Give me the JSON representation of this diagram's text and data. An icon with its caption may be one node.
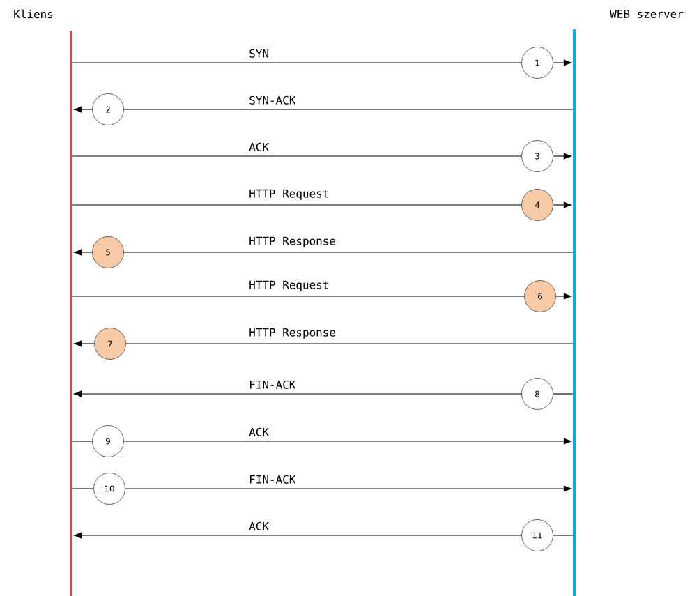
{
  "diagram": {
    "nodes": [
      {
        "text": [
          "Kliens"
        ]
      },
      {
        "text": [
          "WEB szerver"
        ]
      },
      {
        "text": [
          "1"
        ]
      },
      {
        "text": [
          "2"
        ]
      },
      {
        "text": [
          "3"
        ]
      },
      {
        "text": [
          "4"
        ]
      },
      {
        "text": [
          "5"
        ]
      },
      {
        "text": [
          "6"
        ]
      },
      {
        "text": [
          "7"
        ]
      },
      {
        "text": [
          "8"
        ]
      },
      {
        "text": [
          "9"
        ]
      },
      {
        "text": [
          "10"
        ]
      },
      {
        "text": [
          "11"
        ]
      }
    ],
    "edges": [
      {
        "from": 0,
        "to": 2,
        "arrow": "none",
        "label": "SYN"
      },
      {
        "from": 2,
        "to": 1,
        "arrow": "to"
      },
      {
        "from": 1,
        "to": 3,
        "arrow": "none",
        "label": "SYN-ACK"
      },
      {
        "from": 3,
        "to": 0,
        "arrow": "to"
      },
      {
        "from": 0,
        "to": 4,
        "arrow": "none",
        "label": "ACK"
      },
      {
        "from": 4,
        "to": 1,
        "arrow": "to"
      },
      {
        "from": 0,
        "to": 5,
        "arrow": "none",
        "label": "HTTP Request"
      },
      {
        "from": 5,
        "to": 1,
        "arrow": "to"
      },
      {
        "from": 1,
        "to": 6,
        "arrow": "none",
        "label": "HTTP Response"
      },
      {
        "from": 6,
        "to": 0,
        "arrow": "to"
      },
      {
        "from": 0,
        "to": 7,
        "arrow": "none",
        "label": "HTTP Request"
      },
      {
        "from": 7,
        "to": 1,
        "arrow": "to"
      },
      {
        "from": 1,
        "to": 8,
        "arrow": "none",
        "label": "HTTP Response"
      },
      {
        "from": 8,
        "to": 0,
        "arrow": "to"
      },
      {
        "from": 1,
        "to": 9,
        "arrow": "none"
      },
      {
        "from": 9,
        "to": 0,
        "arrow": "to",
        "label": "FIN-ACK"
      },
      {
        "from": 0,
        "to": 10,
        "arrow": "none"
      },
      {
        "from": 10,
        "to": 1,
        "arrow": "to",
        "label": "ACK"
      },
      {
        "from": 0,
        "to": 11,
        "arrow": "none"
      },
      {
        "from": 11,
        "to": 1,
        "arrow": "to",
        "label": "FIN-ACK"
      },
      {
        "from": 1,
        "to": 12,
        "arrow": "none"
      },
      {
        "from": 12,
        "to": 0,
        "arrow": "to",
        "label": "ACK"
      }
    ]
  }
}
